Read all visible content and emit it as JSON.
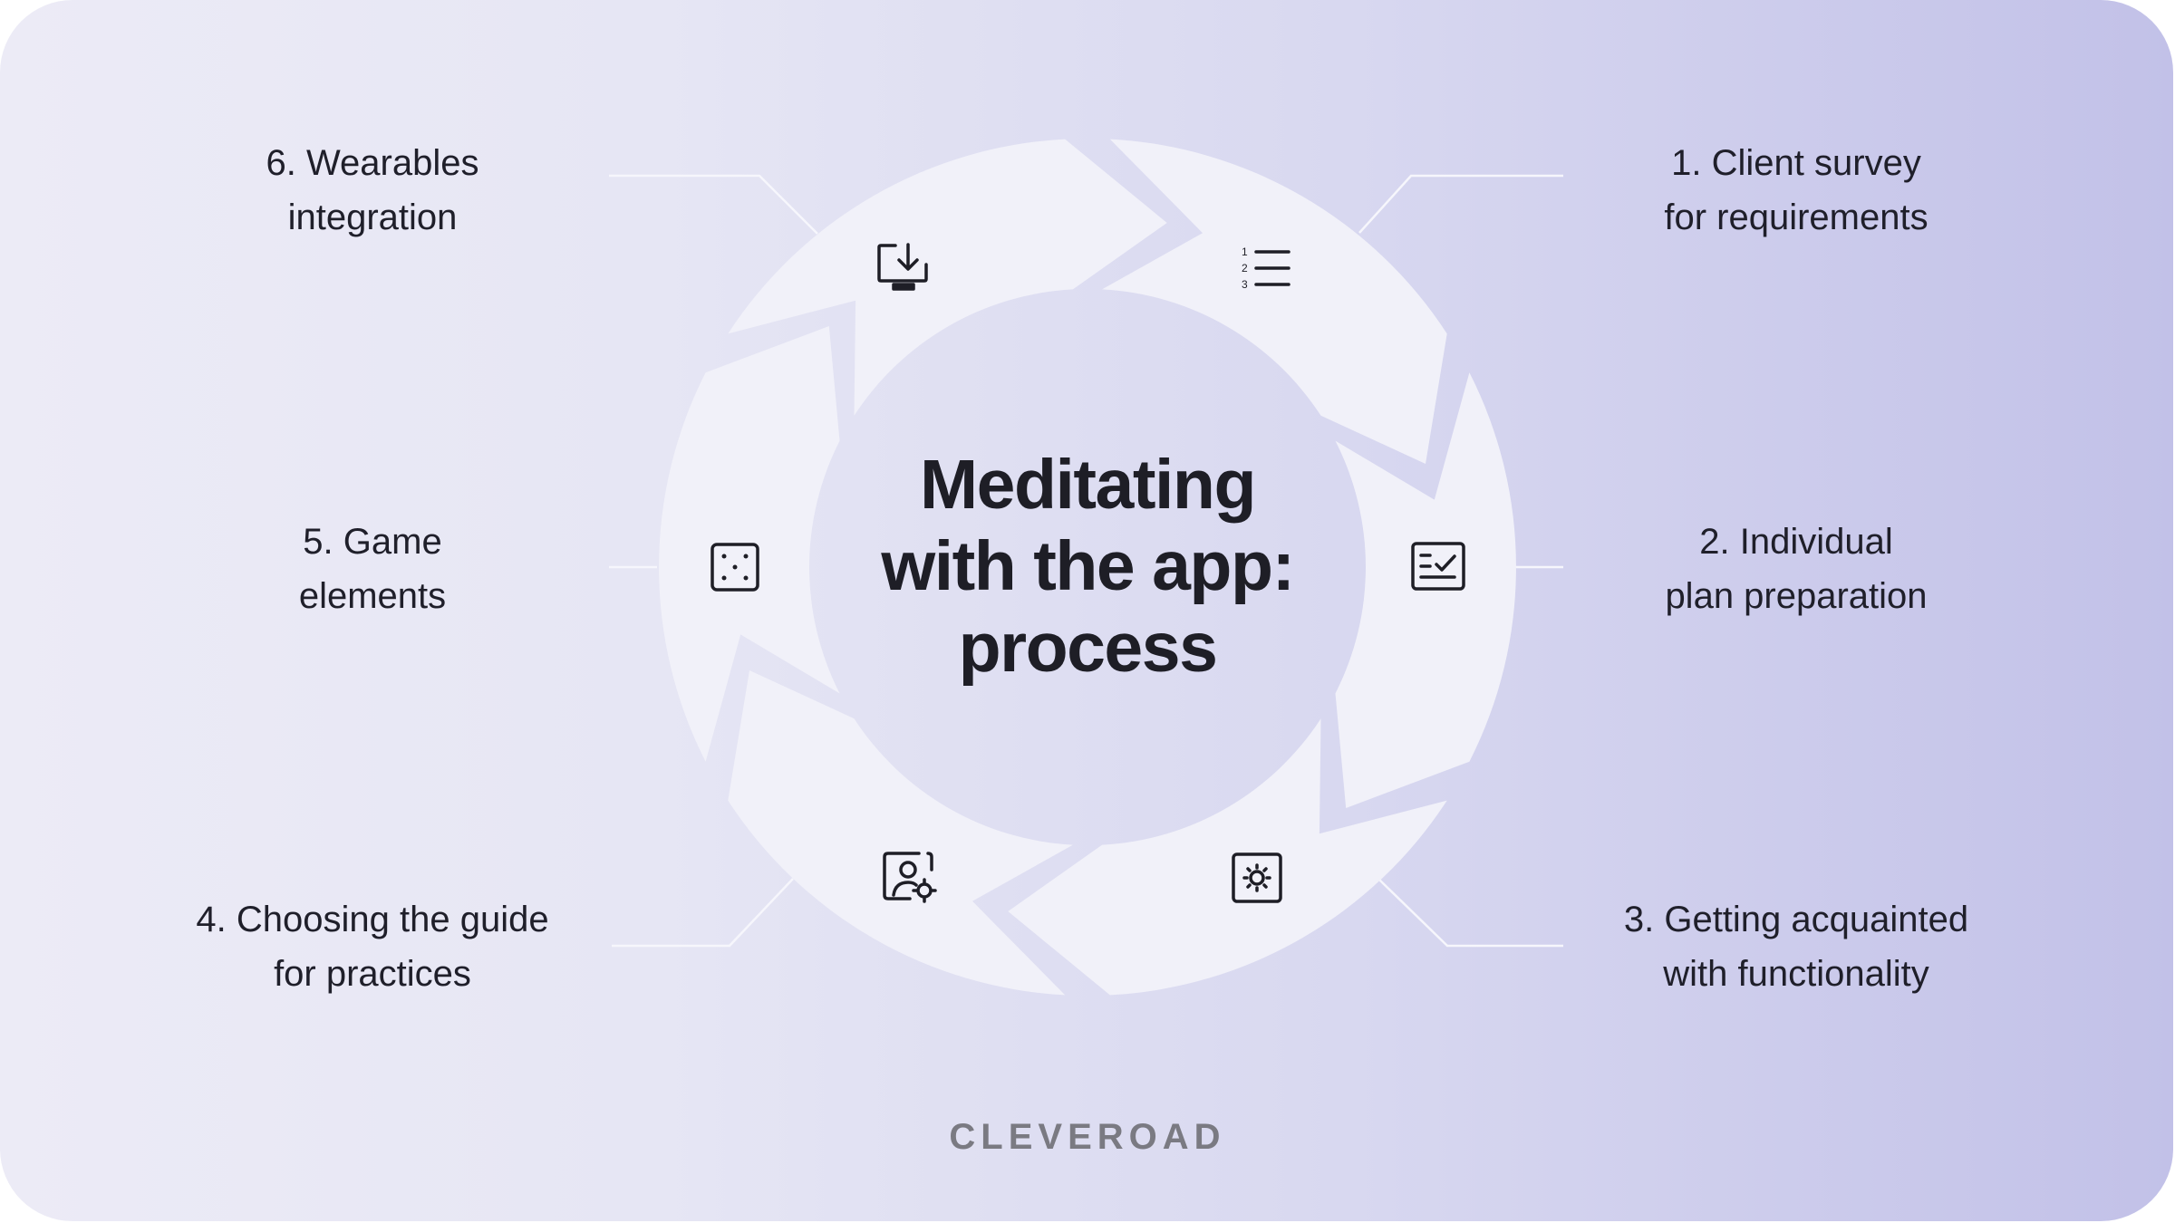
{
  "title": {
    "line1": "Meditating",
    "line2": "with the app:",
    "line3": "process"
  },
  "steps": [
    {
      "line1": "1. Client survey",
      "line2": "for requirements",
      "icon": "numbered-list-icon"
    },
    {
      "line1": "2. Individual",
      "line2": "plan preparation",
      "icon": "checklist-icon"
    },
    {
      "line1": "3. Getting acquainted",
      "line2": "with functionality",
      "icon": "settings-icon"
    },
    {
      "line1": "4. Choosing the guide",
      "line2": "for practices",
      "icon": "user-settings-icon"
    },
    {
      "line1": "5. Game",
      "line2": "elements",
      "icon": "dice-icon"
    },
    {
      "line1": "6. Wearables",
      "line2": "integration",
      "icon": "download-monitor-icon"
    }
  ],
  "brand": "CLEVEROAD",
  "colors": {
    "background_left": "#ecebf6",
    "background_right": "#c2c1e8",
    "ring": "#f1f1f9",
    "text": "#1f1f2a",
    "connector": "#f4f4fb"
  }
}
